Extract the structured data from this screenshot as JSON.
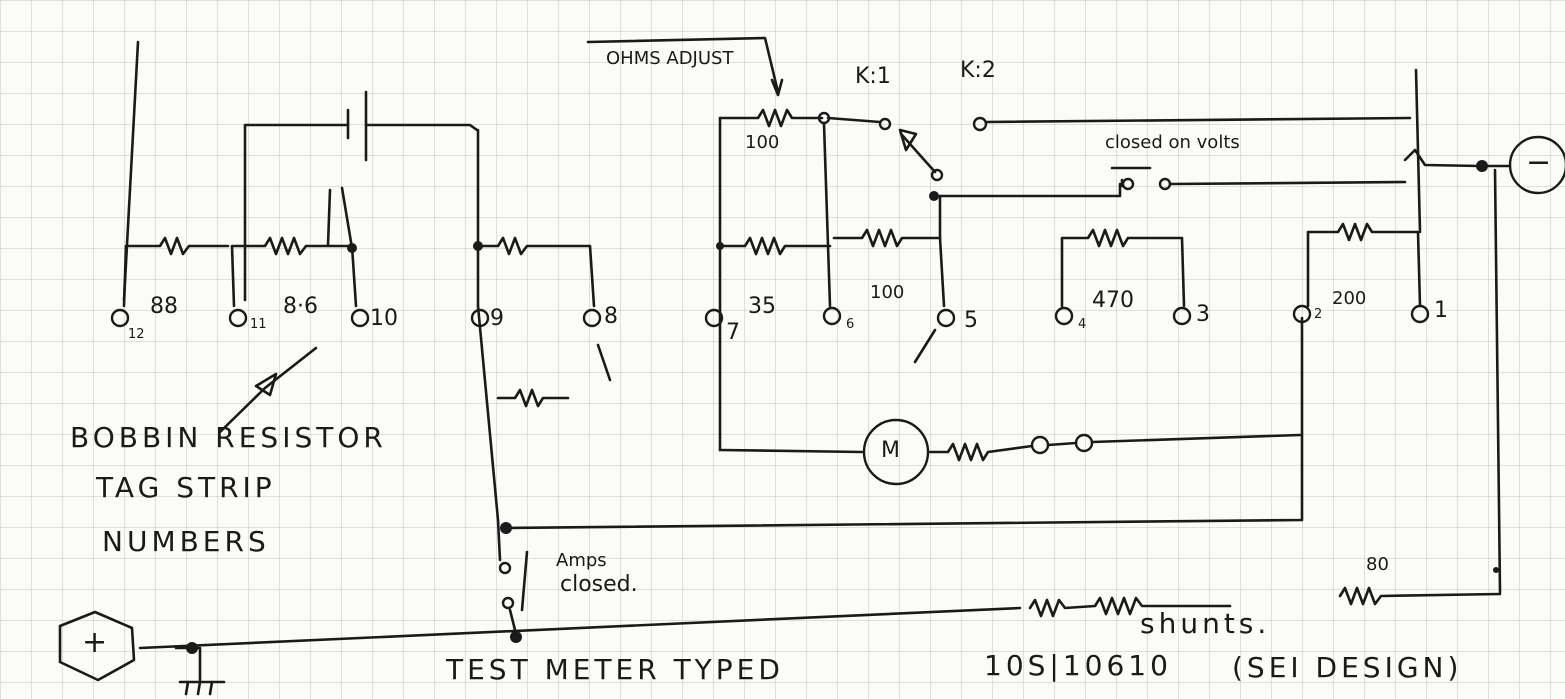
{
  "diagram": {
    "title": "TEST METER TYPED",
    "model_number": "10S|10610",
    "designer_note": "(SEI DESIGN)",
    "legend_line1": "BOBBIN RESISTOR",
    "legend_line2": "TAG STRIP",
    "legend_line3": "NUMBERS",
    "ohms_adjust": "OHMS ADJUST",
    "ohms_adjust_value": "100",
    "switch_k1": "K:1",
    "switch_k2": "K:2",
    "closed_on_volts": "closed on volts",
    "amps_closed_line1": "Amps",
    "amps_closed_line2": "closed.",
    "shunts_label": "shunts.",
    "shunt_value": "80",
    "motor_symbol": "M",
    "positive_terminal": "+",
    "negative_terminal": "−",
    "resistors": {
      "r_12_11": "88",
      "r_11_10": "8·6",
      "r_7_6": "35",
      "r_6_5": "100",
      "r_4_3": "470",
      "r_2_1": "200"
    },
    "tags": {
      "t12": "12",
      "t11": "11",
      "t10": "10",
      "t9": "9",
      "t8": "8",
      "t7": "7",
      "t6": "6",
      "t5": "5",
      "t4": "4",
      "t3": "3",
      "t2": "2",
      "t1": "1"
    }
  }
}
